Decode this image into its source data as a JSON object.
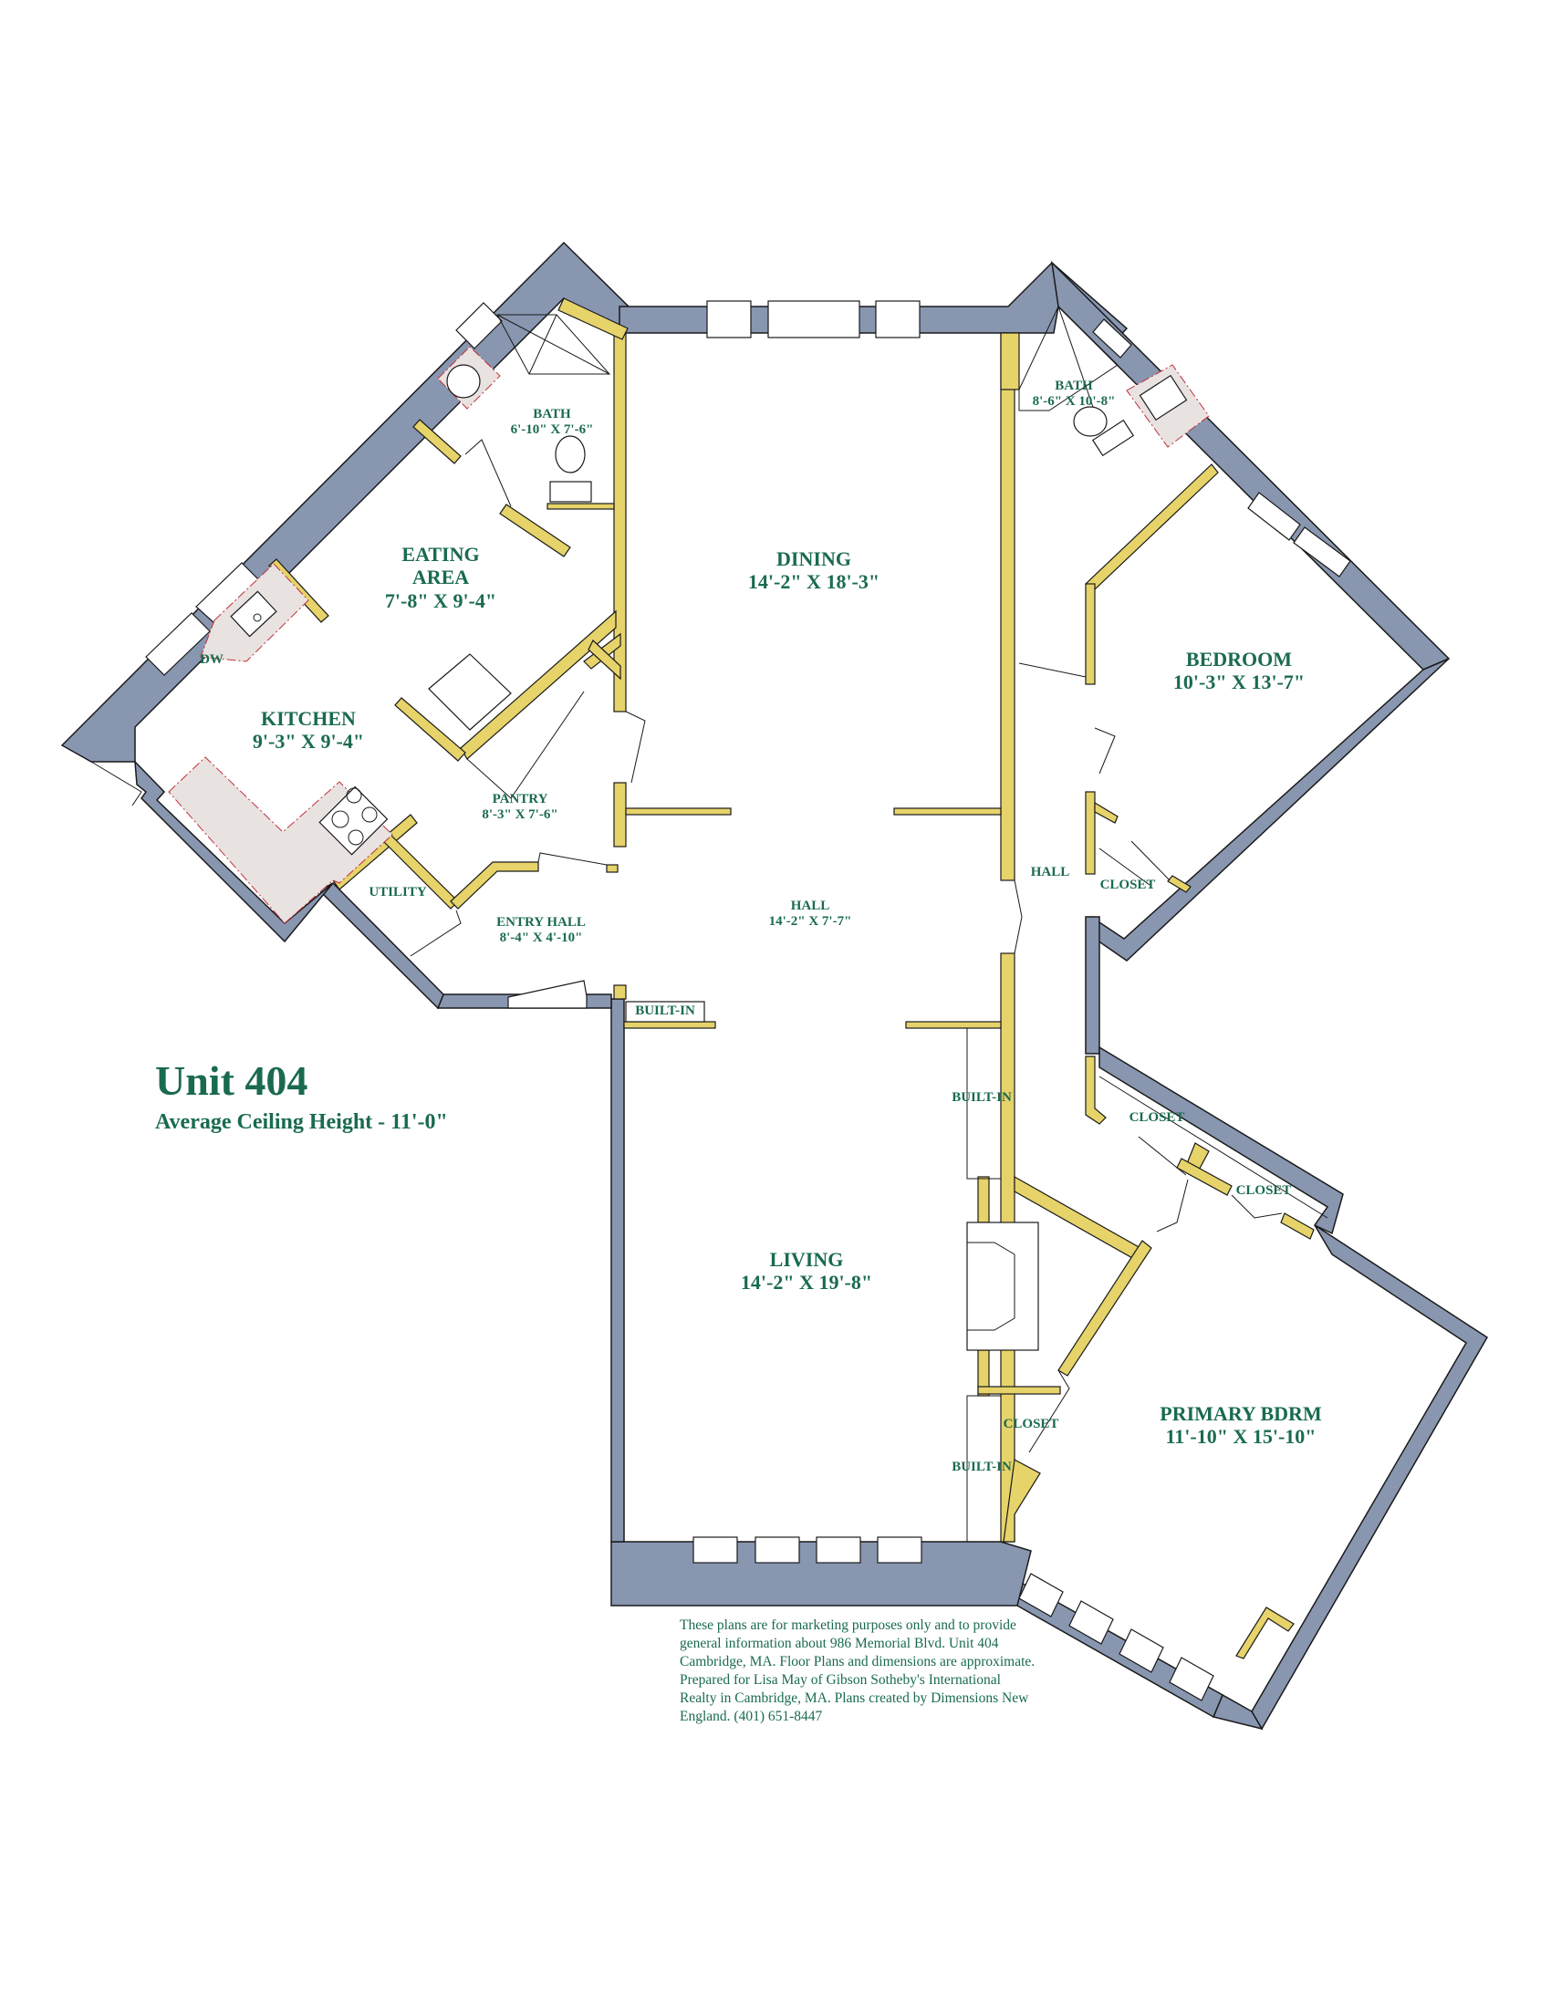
{
  "title": {
    "unit": "Unit 404",
    "ceiling_height": "Average Ceiling Height - 11'-0\""
  },
  "rooms": {
    "bath_left": {
      "name": "BATH",
      "dims": "6'-10\" X 7'-6\""
    },
    "eating_area": {
      "name_line1": "EATING",
      "name_line2": "AREA",
      "dims": "7'-8\" X 9'-4\""
    },
    "kitchen": {
      "name": "KITCHEN",
      "dims": "9'-3\" X 9'-4\""
    },
    "dishwasher": {
      "name": "DW"
    },
    "pantry": {
      "name": "PANTRY",
      "dims": "8'-3\" X 7'-6\""
    },
    "utility": {
      "name": "UTILITY"
    },
    "entry_hall": {
      "name": "ENTRY HALL",
      "dims": "8'-4\" X 4'-10\""
    },
    "dining": {
      "name": "DINING",
      "dims": "14'-2\" X 18'-3\""
    },
    "hall_center": {
      "name": "HALL",
      "dims": "14'-2\" X 7'-7\""
    },
    "hall_right": {
      "name": "HALL"
    },
    "bath_right": {
      "name": "BATH",
      "dims": "8'-6\" X 10'-8\""
    },
    "bedroom": {
      "name": "BEDROOM",
      "dims": "10'-3\" X 13'-7\""
    },
    "closet_bedroom": {
      "name": "CLOSET"
    },
    "closet_hall": {
      "name": "CLOSET"
    },
    "closet_primary": {
      "name": "CLOSET"
    },
    "closet_living": {
      "name": "CLOSET"
    },
    "builtin_entry": {
      "name": "BUILT-IN"
    },
    "builtin_living_upper": {
      "name": "BUILT-IN"
    },
    "builtin_living_lower": {
      "name": "BUILT-IN"
    },
    "living": {
      "name": "LIVING",
      "dims": "14'-2\" X 19'-8\""
    },
    "primary_bedroom": {
      "name": "PRIMARY BDRM",
      "dims": "11'-10\" X 15'-10\""
    }
  },
  "disclaimer": "These plans are for marketing purposes only and to provide general information about 986 Memorial Blvd. Unit 404 Cambridge, MA.  Floor Plans and dimensions are approximate.  Prepared for Lisa May of Gibson Sotheby's International Realty in Cambridge, MA.  Plans created by Dimensions New England. (401) 651-8447",
  "colors": {
    "exterior_wall": "#8896b0",
    "interior_wall": "#e6d36a",
    "label_text": "#1a6b4e",
    "counter": "#e8e2e0"
  }
}
